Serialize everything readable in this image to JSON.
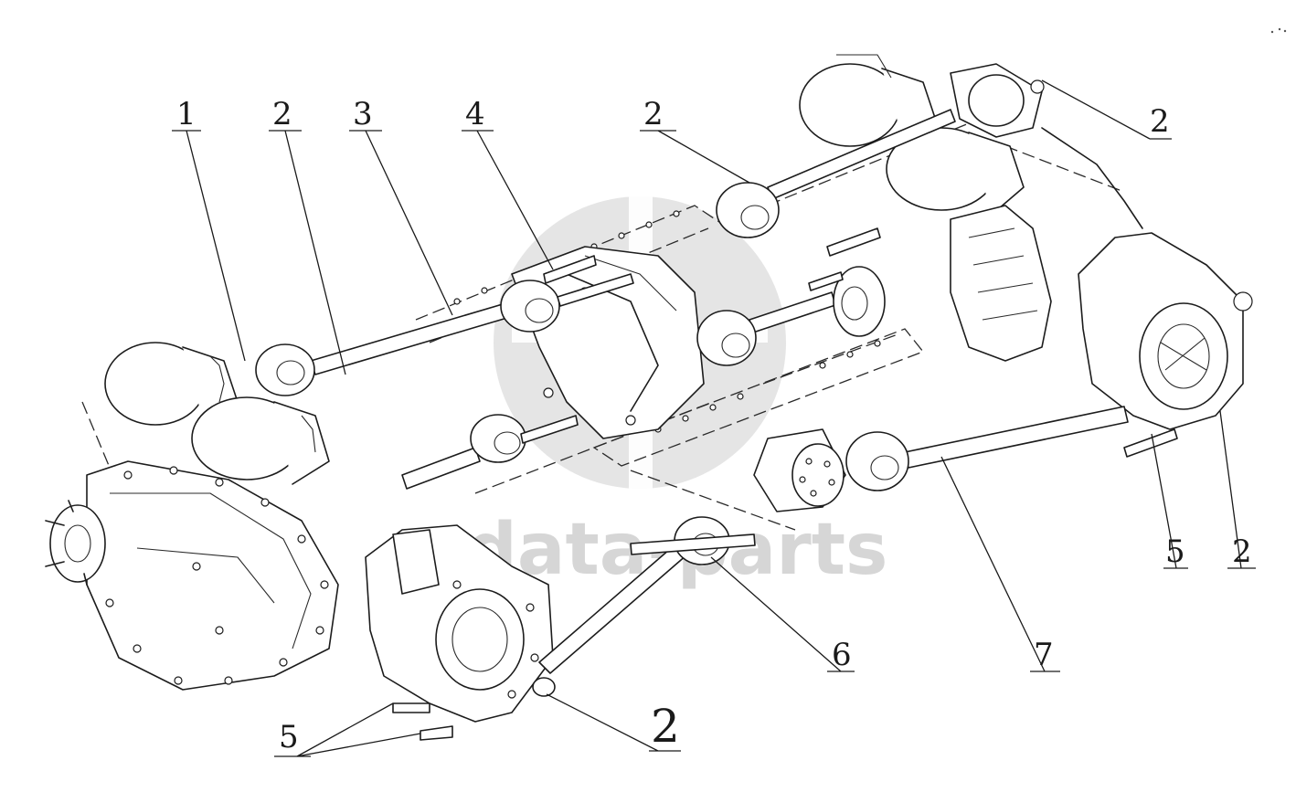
{
  "diagram": {
    "callouts": [
      {
        "id": "c1",
        "label": "1"
      },
      {
        "id": "c2a",
        "label": "2"
      },
      {
        "id": "c3",
        "label": "3"
      },
      {
        "id": "c4",
        "label": "4"
      },
      {
        "id": "c2b",
        "label": "2"
      },
      {
        "id": "c2c",
        "label": "2"
      },
      {
        "id": "c5a",
        "label": "5"
      },
      {
        "id": "c2d",
        "label": "2"
      },
      {
        "id": "c6",
        "label": "6"
      },
      {
        "id": "c7",
        "label": "7"
      },
      {
        "id": "c2e",
        "label": "2"
      },
      {
        "id": "c5b",
        "label": "5"
      }
    ],
    "watermark": {
      "text": "data-parts"
    }
  },
  "colors": {
    "ink": "#1c1c1c",
    "watermark": "#c9c9c9",
    "background": "#ffffff"
  }
}
